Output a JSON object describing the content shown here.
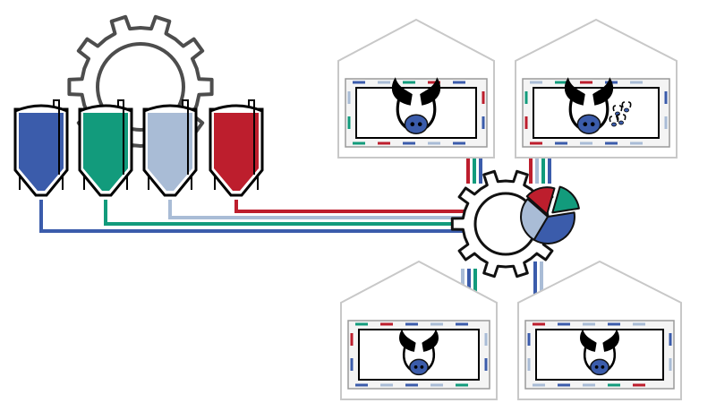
{
  "colors": {
    "blue": "#3b5cab",
    "green": "#129b7c",
    "lightblue": "#a9bcd6",
    "red": "#bd1e2d",
    "gear": "#4d4d4d",
    "outline": "#000000",
    "barn": "#c8c8c8",
    "fill": "#ffffff"
  },
  "icons": {
    "top_gear": "gear-icon",
    "silo": "feed-silo-icon",
    "hub_gear": "gear-icon",
    "pie": "pie-chart-icon",
    "pig": "pig-face-icon",
    "piglets": "piglets-icon",
    "barn": "barn-icon"
  },
  "silos": [
    {
      "id": "blue",
      "color": "#3b5cab"
    },
    {
      "id": "green",
      "color": "#129b7c"
    },
    {
      "id": "lightblue",
      "color": "#a9bcd6"
    },
    {
      "id": "red",
      "color": "#bd1e2d"
    }
  ],
  "pie_slices": [
    {
      "color": "#3b5cab",
      "share": 0.36
    },
    {
      "color": "#a9bcd6",
      "share": 0.28
    },
    {
      "color": "#bd1e2d",
      "share": 0.18
    },
    {
      "color": "#129b7c",
      "share": 0.18
    }
  ],
  "barns": [
    {
      "id": "barn-top-left",
      "animal": "pig",
      "feeds": [
        "red",
        "green",
        "blue"
      ]
    },
    {
      "id": "barn-top-right",
      "animal": "sow-with-piglets",
      "feeds": [
        "red",
        "lightblue",
        "green",
        "blue"
      ]
    },
    {
      "id": "barn-bottom-left",
      "animal": "pig",
      "feeds": [
        "lightblue",
        "blue",
        "green"
      ]
    },
    {
      "id": "barn-bottom-right",
      "animal": "pig",
      "feeds": [
        "blue",
        "lightblue"
      ]
    }
  ]
}
